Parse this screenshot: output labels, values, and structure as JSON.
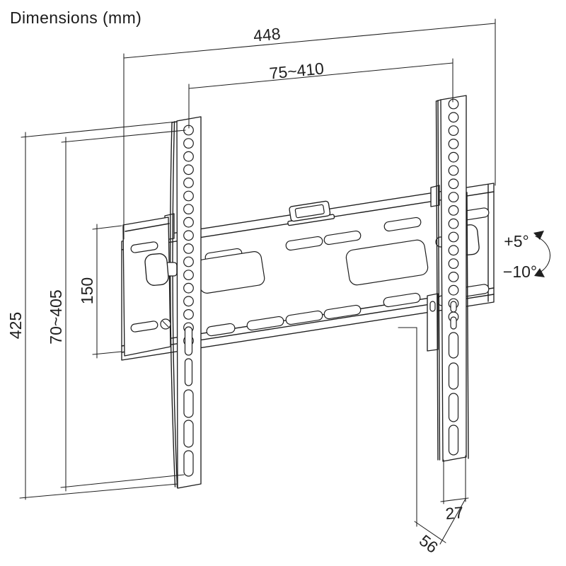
{
  "title": "Dimensions (mm)",
  "drawing": {
    "subject": "tilting TV wall mount bracket, perspective line drawing",
    "units": "mm",
    "dim_labels": {
      "overall_width": "448",
      "vesa_width_range": "75~410",
      "rail_height": "425",
      "vesa_height_range": "70~405",
      "bracket_slot_spacing": "150",
      "plate_depth": "27",
      "total_depth": "56"
    },
    "tilt_labels": {
      "up": "+5°",
      "down": "−10°"
    }
  },
  "colors": {
    "line": "#1f1f1f",
    "background": "#ffffff"
  }
}
